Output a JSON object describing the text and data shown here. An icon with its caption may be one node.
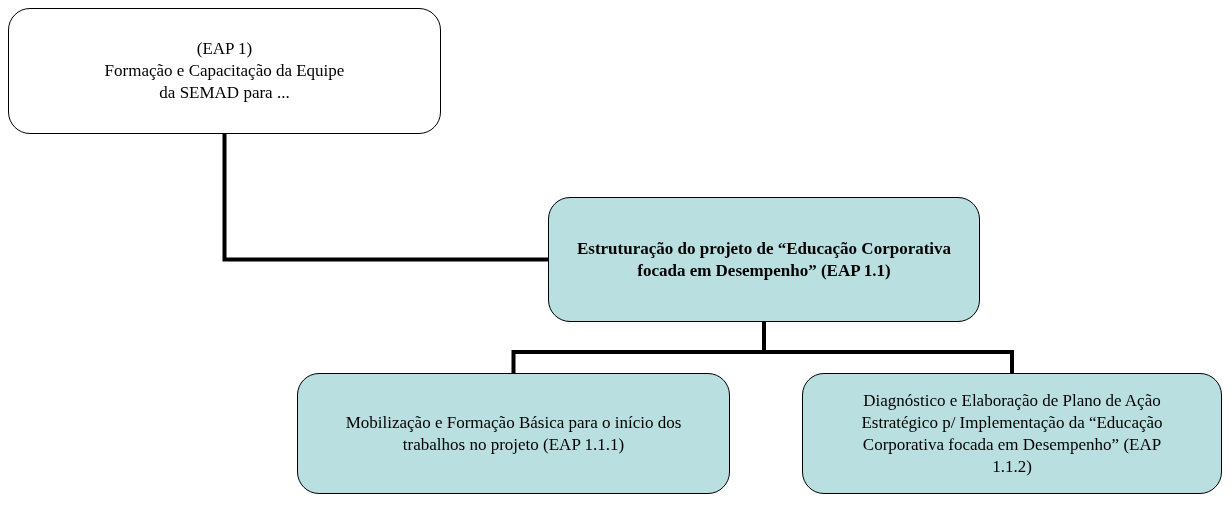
{
  "diagram": {
    "nodes": [
      {
        "text": [
          "(EAP 1)",
          "Formação e Capacitação da Equipe da SEMAD para ..."
        ]
      },
      {
        "text": [
          "Estruturação do projeto de “Educação Corporativa focada em Desempenho” (EAP 1.1)"
        ]
      },
      {
        "text": [
          "Mobilização e Formação Básica para o início dos trabalhos no projeto (EAP 1.1.1)"
        ]
      },
      {
        "text": [
          "Diagnóstico e Elaboração de Plano de Ação Estratégico p/ Implementação da “Educação Corporativa focada em Desempenho” (EAP 1.1.2)"
        ]
      }
    ],
    "edges": [
      {
        "from": 0,
        "to": 1,
        "arrow": "none"
      },
      {
        "from": 1,
        "to": 2,
        "arrow": "none"
      },
      {
        "from": 1,
        "to": 3,
        "arrow": "none"
      }
    ]
  }
}
